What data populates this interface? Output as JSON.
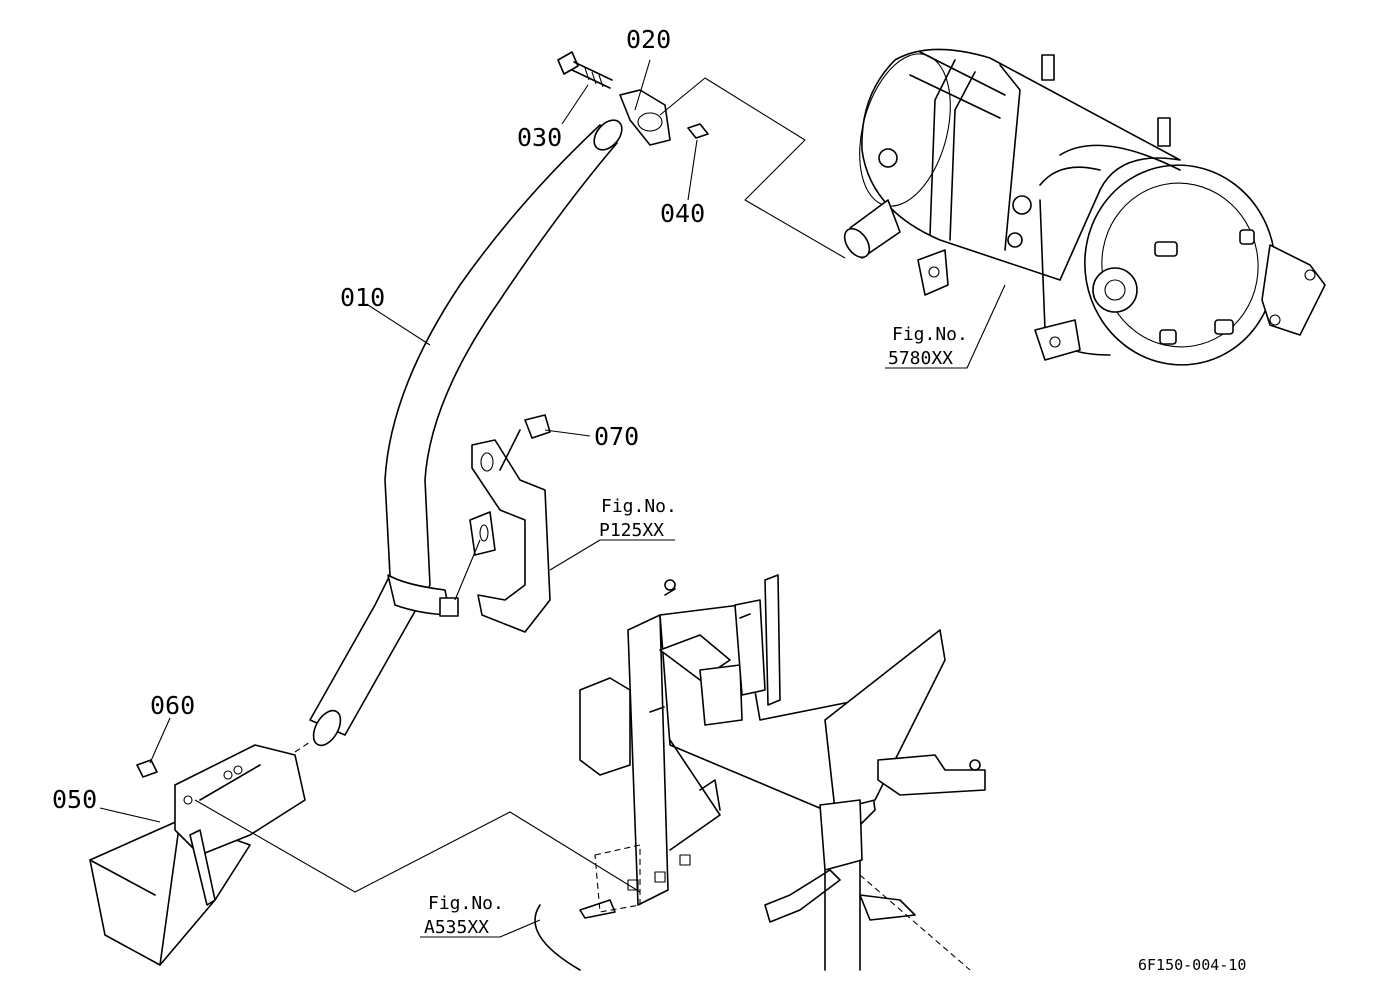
{
  "parts": [
    {
      "id": "010"
    },
    {
      "id": "020"
    },
    {
      "id": "030"
    },
    {
      "id": "040"
    },
    {
      "id": "050"
    },
    {
      "id": "060"
    },
    {
      "id": "070"
    }
  ],
  "references": [
    {
      "line1": "Fig.No.",
      "line2": "5780XX"
    },
    {
      "line1": "Fig.No.",
      "line2": "P125XX"
    },
    {
      "line1": "Fig.No.",
      "line2": "A535XX"
    }
  ],
  "drawing_code": "6F150-004-10"
}
